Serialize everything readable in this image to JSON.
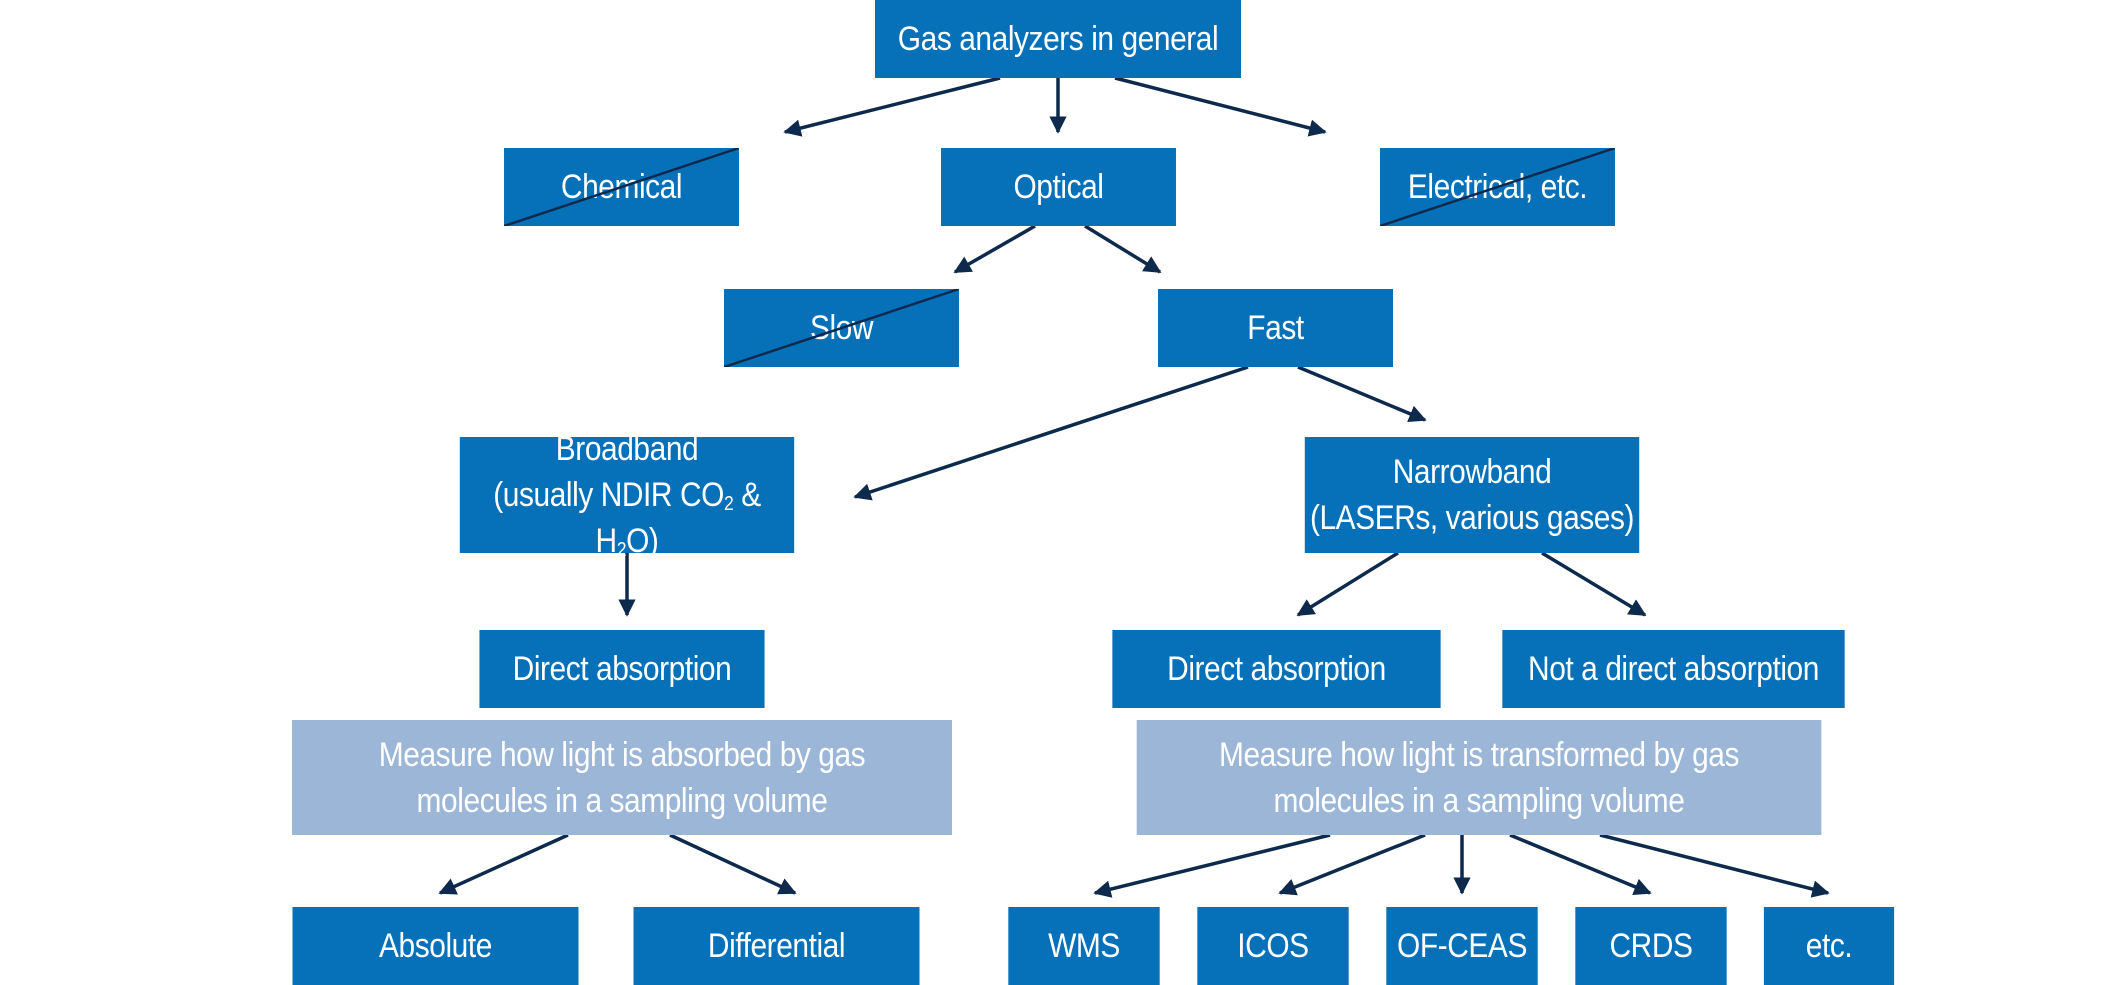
{
  "colors": {
    "box": "#0670b8",
    "description_box": "#9bb6d6",
    "arrow": "#0d2a4d",
    "text": "#ffffff"
  },
  "nodes": {
    "root": "Gas analyzers in general",
    "chemical": "Chemical",
    "optical": "Optical",
    "electrical": "Electrical, etc.",
    "slow": "Slow",
    "fast": "Fast",
    "broadband": {
      "line1": "Broadband",
      "line2_a": "(usually NDIR CO",
      "sub1": "2",
      "line2_b": " & H",
      "sub2": "2",
      "line2_c": "O)"
    },
    "narrowband": {
      "line1": "Narrowband",
      "line2": "(LASERs, various gases)"
    },
    "broadband_direct": "Direct absorption",
    "narrowband_direct": "Direct absorption",
    "not_direct": "Not a direct absorption",
    "measure_absorbed": {
      "line1": "Measure how light is absorbed by gas",
      "line2": "molecules in a sampling volume"
    },
    "measure_transformed": {
      "line1": "Measure how light is transformed by gas",
      "line2": "molecules in a sampling volume"
    },
    "absolute": "Absolute",
    "differential": "Differential",
    "wms": "WMS",
    "icos": "ICOS",
    "ofceas": "OF-CEAS",
    "crds": "CRDS",
    "etc": "etc."
  },
  "excluded_nodes": [
    "Chemical",
    "Electrical, etc.",
    "Slow"
  ]
}
